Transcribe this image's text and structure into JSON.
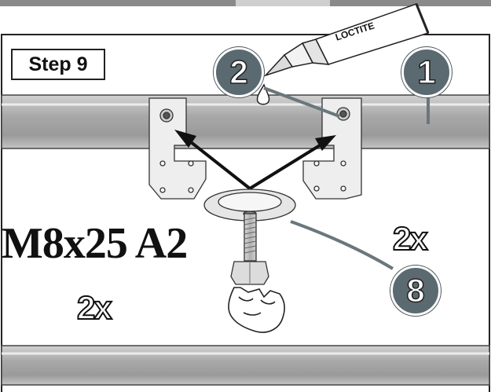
{
  "step": {
    "label": "Step 9"
  },
  "glue": {
    "brand": "LOCTITE"
  },
  "bolt": {
    "spec": "M8x25 A2"
  },
  "quantities": {
    "left": "2x",
    "right": "2x"
  },
  "callouts": {
    "tube": "1",
    "glue": "2",
    "bolt": "8"
  },
  "colors": {
    "callout_fill": "#5b6a71",
    "tube_grey": "#b4b4b4",
    "line": "#222222"
  }
}
